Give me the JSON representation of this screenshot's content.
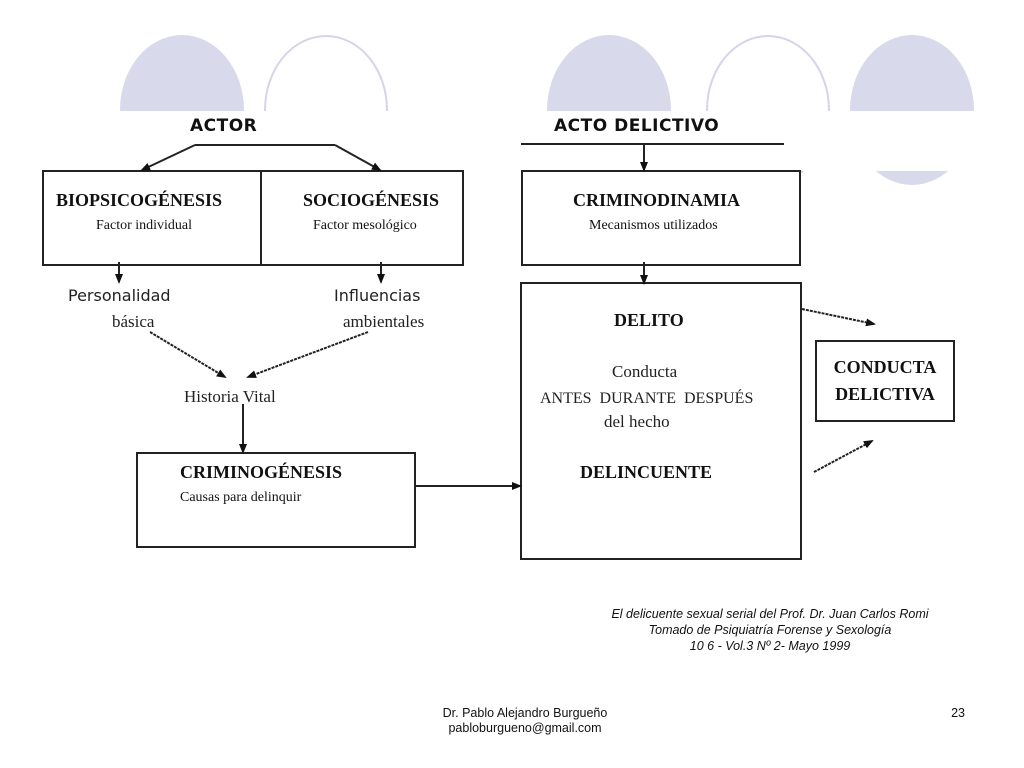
{
  "colors": {
    "decor_fill": "#d9d9ec",
    "decor_outline": "#d4d4ea",
    "line": "#222222"
  },
  "headers": {
    "actor": "ACTOR",
    "acto_delictivo": "ACTO DELICTIVO"
  },
  "boxes": {
    "biopsicogenesis": {
      "title": "BIOPSICOGÉNESIS",
      "subtitle": "Factor individual"
    },
    "sociogenesis": {
      "title": "SOCIOGÉNESIS",
      "subtitle": "Factor mesológico"
    },
    "criminogenesis": {
      "title": "CRIMINOGÉNESIS",
      "subtitle": "Causas para delinquir"
    },
    "criminodinamia": {
      "title": "CRIMINODINAMIA",
      "subtitle": "Mecanismos utilizados"
    },
    "delito": {
      "title": "DELITO",
      "line1": "Conducta",
      "line2": "ANTES  DURANTE  DESPUÉS",
      "line3": "del hecho",
      "title2": "DELINCUENTE"
    },
    "conducta_delictiva": {
      "line1": "CONDUCTA",
      "line2": "DELICTIVA"
    }
  },
  "labels": {
    "personalidad_1": "Personalidad",
    "personalidad_2": "básica",
    "influencias_1": "Influencias",
    "influencias_2": "ambientales",
    "historia_vital": "Historia Vital"
  },
  "citation": {
    "line1": "El delicuente sexual serial del Prof. Dr. Juan Carlos Romi",
    "line2": "Tomado de Psiquiatría Forense y Sexología",
    "line3": "10 6 - Vol.3 Nº 2- Mayo 1999"
  },
  "footer": {
    "author": "Dr. Pablo Alejandro Burgueño",
    "email": "pabloburgueno@gmail.com",
    "page_number": "23"
  }
}
